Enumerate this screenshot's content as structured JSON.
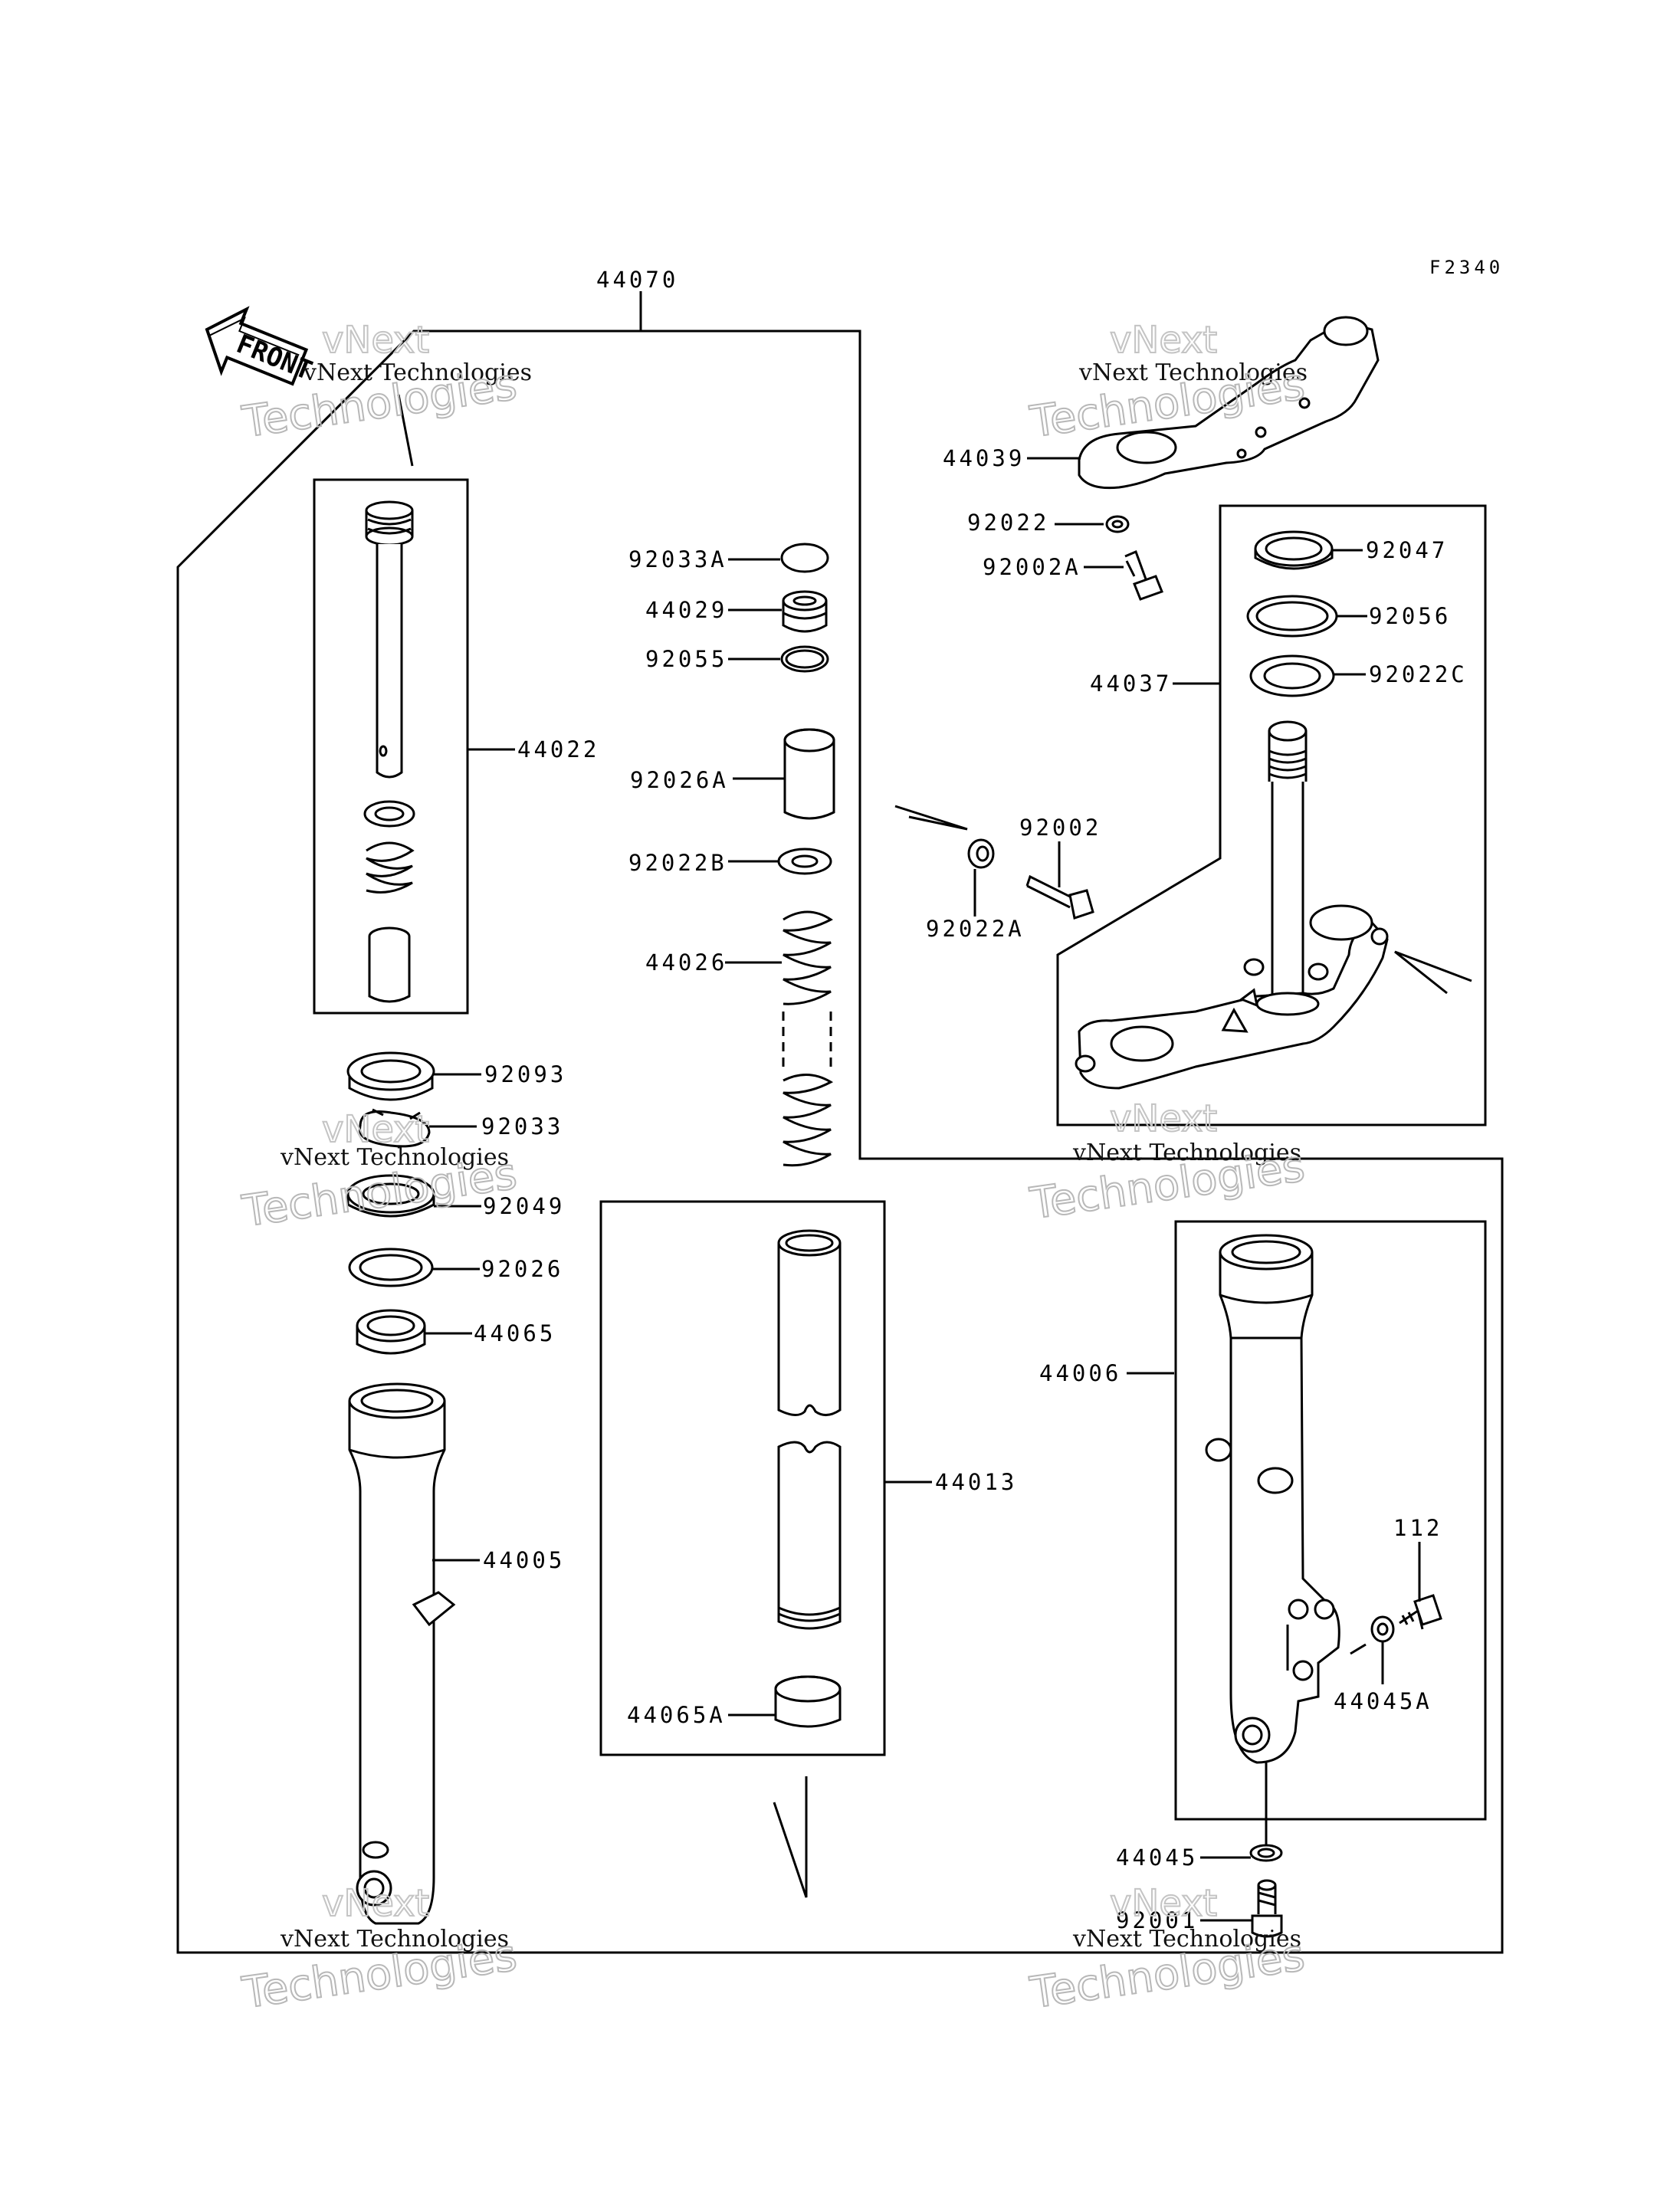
{
  "diagram_code": "F2340",
  "front_label": "FRONT",
  "watermark": {
    "line1": "vNext Technologies",
    "line2": "vNext",
    "line3": "Technologies"
  },
  "parts": {
    "p44070": "44070",
    "p44039": "44039",
    "p92022": "92022",
    "p92002A": "92002A",
    "p92047": "92047",
    "p92056": "92056",
    "p44037": "44037",
    "p92022C": "92022C",
    "p92002": "92002",
    "p92022A": "92022A",
    "p92033A": "92033A",
    "p44029": "44029",
    "p92055": "92055",
    "p92026A": "92026A",
    "p92022B": "92022B",
    "p44026": "44026",
    "p44022": "44022",
    "p92093": "92093",
    "p92033": "92033",
    "p92049": "92049",
    "p92026": "92026",
    "p44065": "44065",
    "p44005": "44005",
    "p44013": "44013",
    "p44065A": "44065A",
    "p44006": "44006",
    "p112": "112",
    "p44045A": "44045A",
    "p44045": "44045",
    "p92001": "92001"
  }
}
